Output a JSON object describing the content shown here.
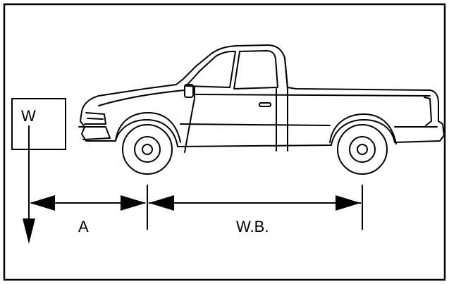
{
  "diagram": {
    "weight_label": "W",
    "dimension_a_label": "A",
    "wheelbase_label": "W.B."
  }
}
